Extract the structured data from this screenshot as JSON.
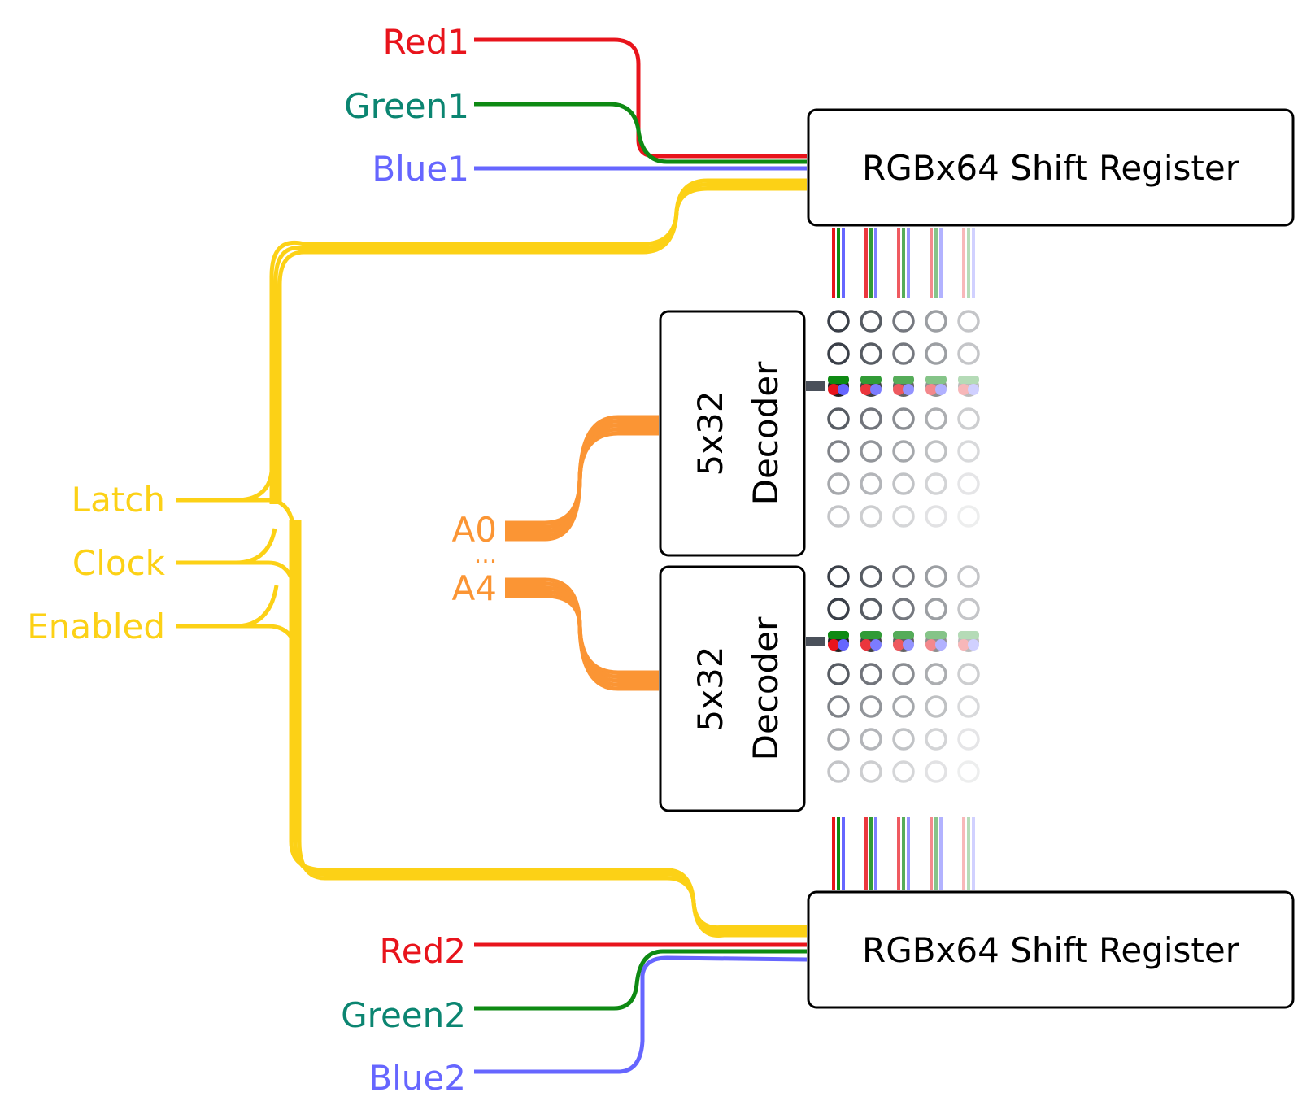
{
  "colors": {
    "red": "#e8141c",
    "green": "#0e8a13",
    "green_label": "#0b8571",
    "blue": "#6666ff",
    "yellow": "#fcd116",
    "orange": "#fb9534",
    "box_stroke": "#000000",
    "led_ring": "#3a3f48",
    "row_driver": "#4a505a"
  },
  "signals_top": {
    "red": "Red1",
    "green": "Green1",
    "blue": "Blue1"
  },
  "signals_bottom": {
    "red": "Red2",
    "green": "Green2",
    "blue": "Blue2"
  },
  "control_signals": {
    "latch": "Latch",
    "clock": "Clock",
    "enabled": "Enabled"
  },
  "address": {
    "first": "A0",
    "ellipsis": "...",
    "last": "A4"
  },
  "shift_register_top": {
    "label": "RGBx64 Shift Register"
  },
  "shift_register_bottom": {
    "label": "RGBx64 Shift Register"
  },
  "decoder_top": {
    "line1": "5x32",
    "line2": "Decoder"
  },
  "decoder_bottom": {
    "line1": "5x32",
    "line2": "Decoder"
  },
  "led_matrix": {
    "columns_shown": 5,
    "rows_per_panel": 7,
    "active_row_index": 2,
    "column_fade_opacity": [
      1.0,
      0.85,
      0.7,
      0.5,
      0.3
    ],
    "row_fade_opacity": [
      1.0,
      1.0,
      1.0,
      0.85,
      0.65,
      0.45,
      0.3
    ]
  }
}
